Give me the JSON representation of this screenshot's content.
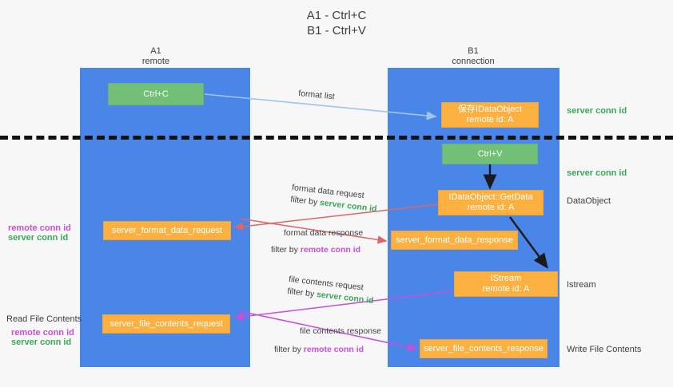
{
  "title": "A1 - Ctrl+C\nB1 - Ctrl+V",
  "lanes": [
    {
      "name": "a1-remote",
      "header": "A1\nremote"
    },
    {
      "name": "b1-connection",
      "header": "B1\nconnection"
    }
  ],
  "nodes": {
    "ctrl_c": "Ctrl+C",
    "ctrl_v": "Ctrl+V",
    "save_idataobject": "保存IDataObject\nremote id: A",
    "idataobject_getdata": "IDataObject::GetData\nremote id: A",
    "istream": "IStream\nremote id: A",
    "server_format_data_request": "server_format_data_request",
    "server_format_data_response": "server_format_data_response",
    "server_file_contents_request": "server_file_contents_request",
    "server_file_contents_response": "server_file_contents_response"
  },
  "edge_captions": {
    "format_list": {
      "line1": "format list"
    },
    "format_data_request": {
      "line1": "format data request",
      "line2_prefix": "filter by ",
      "line2_key": "server conn id"
    },
    "format_data_response": {
      "line1": "format data response",
      "line2_prefix": "filter by ",
      "line2_key": "remote conn id"
    },
    "file_contents_request": {
      "line1": "file contents request",
      "line2_prefix": "filter by ",
      "line2_key": "server conn id"
    },
    "file_contents_response": {
      "line1": "file contents response",
      "line2_prefix": "filter by ",
      "line2_key": "remote conn id"
    }
  },
  "side_labels": {
    "right_server_conn_id_top": "server conn id",
    "right_server_conn_id_mid": "server conn id",
    "right_dataobject": "DataObject",
    "right_istream": "Istream",
    "right_write_file_contents": "Write File Contents",
    "left_read_file_contents": "Read File Contents",
    "left_remote_conn_id_1": "remote conn id",
    "left_server_conn_id_1": "server conn id",
    "left_remote_conn_id_2": "remote conn id",
    "left_server_conn_id_2": "server conn id"
  },
  "colors": {
    "lane": "#4a86e8",
    "green_node": "#72c078",
    "orange_node": "#fbb040",
    "server_conn_id": "#3aa757",
    "remote_conn_id": "#c84fd6",
    "arrow_format_list": "#9fc5e8",
    "arrow_format_data": "#e06666",
    "arrow_file_contents": "#c84fd6",
    "arrow_internal": "#1a1a1a",
    "background": "#f7f7f7",
    "dashed_divider": "#111111"
  }
}
